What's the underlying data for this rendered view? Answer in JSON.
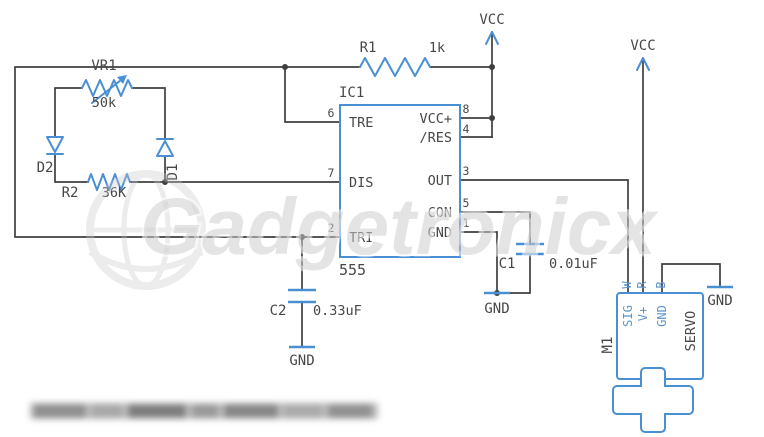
{
  "watermark": {
    "text": "Gadgetronicx"
  },
  "colors": {
    "component_symbol": "#4a8fd4",
    "wire": "#3f3f3f",
    "label_text": "#474747",
    "servo_wire_label": "#5b94cc",
    "watermark_gray": "#cbcbcb"
  },
  "power_labels": {
    "vcc_top": "VCC",
    "vcc_servo": "VCC"
  },
  "ground_labels": {
    "under_c2": "GND",
    "under_ic": "GND",
    "near_servo": "GND"
  },
  "components": {
    "vr1": {
      "ref": "VR1",
      "value": "50k"
    },
    "r1": {
      "ref": "R1",
      "value": "1k"
    },
    "r2": {
      "ref": "R2",
      "value": "36K"
    },
    "d1": {
      "ref": "D1"
    },
    "d2": {
      "ref": "D2"
    },
    "c1": {
      "ref": "C1",
      "value": "0.01uF"
    },
    "c2": {
      "ref": "C2",
      "value": "0.33uF"
    },
    "ic1": {
      "ref": "IC1",
      "value": "555",
      "left_pins": [
        {
          "num": "6",
          "name": "TRE"
        },
        {
          "num": "7",
          "name": "DIS"
        },
        {
          "num": "2",
          "name": "TRI"
        }
      ],
      "right_pins": [
        {
          "num": "8",
          "name": "VCC+"
        },
        {
          "num": "4",
          "name": "/RES"
        },
        {
          "num": "3",
          "name": "OUT"
        },
        {
          "num": "5",
          "name": "CON"
        },
        {
          "num": "1",
          "name": "GND"
        }
      ]
    },
    "m1": {
      "ref": "M1",
      "value": "SERVO",
      "pins": [
        "SIG",
        "V+",
        "GND"
      ],
      "wire_colors": [
        "W",
        "R",
        "B"
      ]
    }
  }
}
